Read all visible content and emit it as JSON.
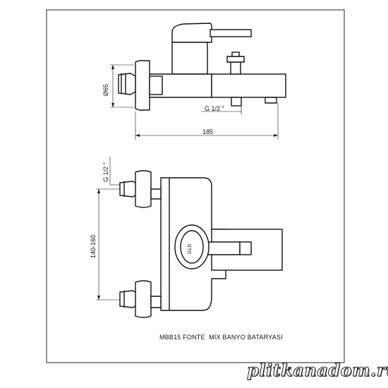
{
  "dimensions": {
    "diameter": "Ø65",
    "thread_top": "G 1/2 \"",
    "length": "185",
    "thread_side": "G 1/2 \"",
    "spacing": "140-160"
  },
  "logo_text": "GLD",
  "caption": "MBB15 FONTE  MİX BANYO BATARYASI",
  "watermark": "plitkanadom.ru",
  "colors": {
    "line": "#111111",
    "background": "#ffffff"
  }
}
